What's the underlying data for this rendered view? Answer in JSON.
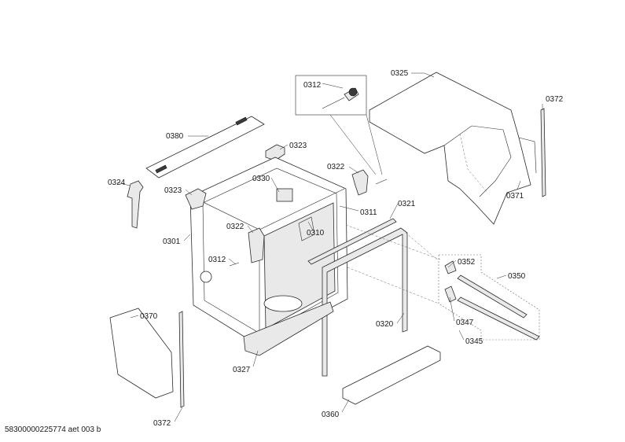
{
  "labels": {
    "l0312a": "0312",
    "l0325": "0325",
    "l0372a": "0372",
    "l0380": "0380",
    "l0323a": "0323",
    "l0322a": "0322",
    "l0324": "0324",
    "l0330": "0330",
    "l0323b": "0323",
    "l0311": "0311",
    "l0321": "0321",
    "l0371": "0371",
    "l0301": "0301",
    "l0322b": "0322",
    "l0310": "0310",
    "l0312b": "0312",
    "l0352": "0352",
    "l0350": "0350",
    "l0370": "0370",
    "l0347": "0347",
    "l0320": "0320",
    "l0345": "0345",
    "l0327": "0327",
    "l0360": "0360",
    "l0372b": "0372"
  },
  "footer": {
    "doc_id": "58300000225774 aet 003 b"
  }
}
